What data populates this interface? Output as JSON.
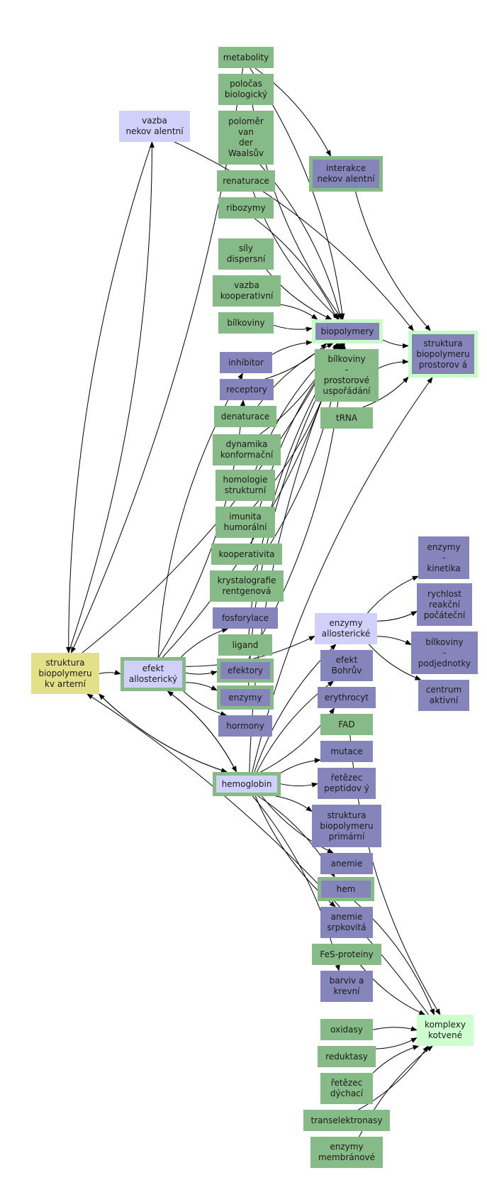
{
  "nodes": [
    {
      "id": "metabolity",
      "label": "metabolity"
    },
    {
      "id": "polocas",
      "label": "poločas\nbiologický"
    },
    {
      "id": "polomer",
      "label": "poloměr\nvan\nder\nWaalsův"
    },
    {
      "id": "renaturace",
      "label": "renaturace"
    },
    {
      "id": "ribozymy",
      "label": "ribozymy"
    },
    {
      "id": "sily",
      "label": "síly\ndispersní"
    },
    {
      "id": "vazba_koop",
      "label": "vazba\nkooperativní"
    },
    {
      "id": "bilkoviny",
      "label": "bílkoviny"
    },
    {
      "id": "vazba_nekov",
      "label": "vazba\nnekov alentní"
    },
    {
      "id": "interakce",
      "label": "interakce\nnekov alentní"
    },
    {
      "id": "biopolymery",
      "label": "biopolymery"
    },
    {
      "id": "bilk_prostor",
      "label": "bílkoviny\n-\nprostorové\nuspořádání"
    },
    {
      "id": "trna",
      "label": "tRNA"
    },
    {
      "id": "str_prostor",
      "label": "struktura\nbiopolymeru\nprostorov á"
    },
    {
      "id": "inhibitor",
      "label": "inhibitor"
    },
    {
      "id": "receptory",
      "label": "receptory"
    },
    {
      "id": "denaturace",
      "label": "denaturace"
    },
    {
      "id": "dynamika",
      "label": "dynamika\nkonformační"
    },
    {
      "id": "homologie",
      "label": "homologie\nstrukturní"
    },
    {
      "id": "imunita",
      "label": "imunita\nhumorální"
    },
    {
      "id": "kooperativita",
      "label": "kooperativita"
    },
    {
      "id": "krystalografie",
      "label": "krystalografie\nrentgenová"
    },
    {
      "id": "fosforylace",
      "label": "fosforylace"
    },
    {
      "id": "ligand",
      "label": "ligand"
    },
    {
      "id": "efektory",
      "label": "efektory"
    },
    {
      "id": "enzymy",
      "label": "enzymy"
    },
    {
      "id": "hormony",
      "label": "hormony"
    },
    {
      "id": "str_kvart",
      "label": "struktura\nbiopolymeru\nkv arterní"
    },
    {
      "id": "efekt_allo",
      "label": "efekt\nallosterický"
    },
    {
      "id": "enzymy_allo",
      "label": "enzymy\nallosterické"
    },
    {
      "id": "enzymy_kin",
      "label": "enzymy\n-\nkinetika"
    },
    {
      "id": "rychlost",
      "label": "rychlost\nreakční\npočáteční"
    },
    {
      "id": "bilk_podj",
      "label": "bílkoviny\n-\npodjednotky"
    },
    {
      "id": "centrum",
      "label": "centrum\naktivní"
    },
    {
      "id": "bohr",
      "label": "efekt\nBohrův"
    },
    {
      "id": "erythrocyt",
      "label": "erythrocyt"
    },
    {
      "id": "fad",
      "label": "FAD"
    },
    {
      "id": "mutace",
      "label": "mutace"
    },
    {
      "id": "retezec_pept",
      "label": "řetězec\npeptidov ý"
    },
    {
      "id": "hemoglobin",
      "label": "hemoglobin"
    },
    {
      "id": "str_prim",
      "label": "struktura\nbiopolymeru\nprimární"
    },
    {
      "id": "anemie",
      "label": "anemie"
    },
    {
      "id": "hem",
      "label": "hem"
    },
    {
      "id": "anemie_srp",
      "label": "anemie\nsrpkovitá"
    },
    {
      "id": "fes",
      "label": "FeS-proteiny"
    },
    {
      "id": "barviva",
      "label": "barviv a\nkrevní"
    },
    {
      "id": "komplexy",
      "label": "komplexy\nkotvené"
    },
    {
      "id": "oxidasy",
      "label": "oxidasy"
    },
    {
      "id": "reduktasy",
      "label": "reduktasy"
    },
    {
      "id": "retezec_dych",
      "label": "řetězec\ndýchací"
    },
    {
      "id": "transel",
      "label": "transelektronasy"
    },
    {
      "id": "enzymy_memb",
      "label": "enzymy\nmembránové"
    }
  ],
  "edges": [
    [
      "metabolity",
      "biopolymery"
    ],
    [
      "polocas",
      "biopolymery"
    ],
    [
      "polomer",
      "biopolymery"
    ],
    [
      "renaturace",
      "biopolymery"
    ],
    [
      "ribozymy",
      "biopolymery"
    ],
    [
      "sily",
      "biopolymery"
    ],
    [
      "vazba_koop",
      "biopolymery"
    ],
    [
      "bilkoviny",
      "biopolymery"
    ],
    [
      "inhibitor",
      "biopolymery"
    ],
    [
      "receptory",
      "biopolymery"
    ],
    [
      "denaturace",
      "biopolymery"
    ],
    [
      "dynamika",
      "biopolymery"
    ],
    [
      "homologie",
      "biopolymery"
    ],
    [
      "imunita",
      "biopolymery"
    ],
    [
      "kooperativita",
      "biopolymery"
    ],
    [
      "krystalografie",
      "biopolymery"
    ],
    [
      "ligand",
      "biopolymery"
    ],
    [
      "efektory",
      "biopolymery"
    ],
    [
      "enzymy",
      "biopolymery"
    ],
    [
      "efekt_allo",
      "biopolymery"
    ],
    [
      "hemoglobin",
      "biopolymery"
    ],
    [
      "str_kvart",
      "biopolymery"
    ],
    [
      "metabolity",
      "interakce"
    ],
    [
      "interakce",
      "str_prostor"
    ],
    [
      "vazba_nekov",
      "str_prostor"
    ],
    [
      "biopolymery",
      "str_prostor"
    ],
    [
      "bilk_prostor",
      "str_prostor"
    ],
    [
      "trna",
      "str_prostor"
    ],
    [
      "hemoglobin",
      "str_prostor"
    ],
    [
      "vazba_nekov",
      "str_kvart"
    ],
    [
      "metabolity",
      "str_kvart"
    ],
    [
      "str_kvart",
      "vazba_nekov"
    ],
    [
      "str_kvart",
      "efekt_allo"
    ],
    [
      "str_kvart",
      "hemoglobin"
    ],
    [
      "hemoglobin",
      "str_kvart"
    ],
    [
      "komplexy",
      "str_kvart"
    ],
    [
      "efekt_allo",
      "inhibitor"
    ],
    [
      "efekt_allo",
      "receptory"
    ],
    [
      "efekt_allo",
      "fosforylace"
    ],
    [
      "efekt_allo",
      "efektory"
    ],
    [
      "efekt_allo",
      "enzymy"
    ],
    [
      "efekt_allo",
      "hormony"
    ],
    [
      "efekt_allo",
      "hemoglobin"
    ],
    [
      "hemoglobin",
      "efekt_allo"
    ],
    [
      "enzymy_allo",
      "enzymy_kin"
    ],
    [
      "enzymy_allo",
      "rychlost"
    ],
    [
      "enzymy_allo",
      "bilk_podj"
    ],
    [
      "enzymy_allo",
      "centrum"
    ],
    [
      "hemoglobin",
      "enzymy_allo"
    ],
    [
      "efekt_allo",
      "enzymy_allo"
    ],
    [
      "hemoglobin",
      "bohr"
    ],
    [
      "hemoglobin",
      "erythrocyt"
    ],
    [
      "hemoglobin",
      "mutace"
    ],
    [
      "hemoglobin",
      "retezec_pept"
    ],
    [
      "hemoglobin",
      "str_prim"
    ],
    [
      "hemoglobin",
      "anemie"
    ],
    [
      "hemoglobin",
      "hem"
    ],
    [
      "hemoglobin",
      "anemie_srp"
    ],
    [
      "hemoglobin",
      "barviva"
    ],
    [
      "fad",
      "komplexy"
    ],
    [
      "hem",
      "komplexy"
    ],
    [
      "fes",
      "komplexy"
    ],
    [
      "oxidasy",
      "komplexy"
    ],
    [
      "reduktasy",
      "komplexy"
    ],
    [
      "retezec_dych",
      "komplexy"
    ],
    [
      "transel",
      "komplexy"
    ],
    [
      "enzymy_memb",
      "komplexy"
    ]
  ]
}
